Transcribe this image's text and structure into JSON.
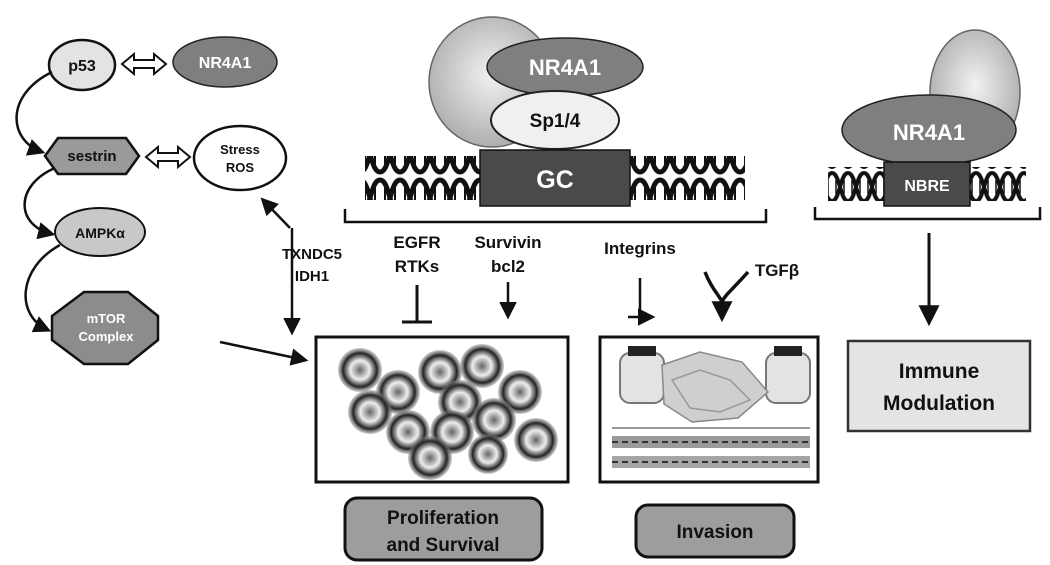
{
  "left_pathway": {
    "p53": "p53",
    "nr4a1": "NR4A1",
    "sestrin": "sestrin",
    "stress": "Stress",
    "ros": "ROS",
    "ampk": "AMPKα",
    "mtor_line1": "mTOR",
    "mtor_line2": "Complex"
  },
  "gc_complex": {
    "nr4a1": "NR4A1",
    "sp": "Sp1/4",
    "gc": "GC"
  },
  "nbre_complex": {
    "nr4a1": "NR4A1",
    "nbre": "NBRE"
  },
  "targets": {
    "txndc5": "TXNDC5",
    "idh1": "IDH1",
    "egfr": "EGFR",
    "rtks": "RTKs",
    "survivin": "Survivin",
    "bcl2": "bcl2",
    "integrins": "Integrins",
    "tgfb": "TGFβ"
  },
  "outcomes": {
    "proliferation_line1": "Proliferation",
    "proliferation_line2": "and Survival",
    "invasion": "Invasion",
    "immune_line1": "Immune",
    "immune_line2": "Modulation"
  },
  "colors": {
    "dark_gray": "#7a7a7a",
    "mid_gray": "#b5b5b5",
    "light_gray": "#d9d9d9",
    "dna_box": "#4a4a4a",
    "black": "#111111"
  }
}
